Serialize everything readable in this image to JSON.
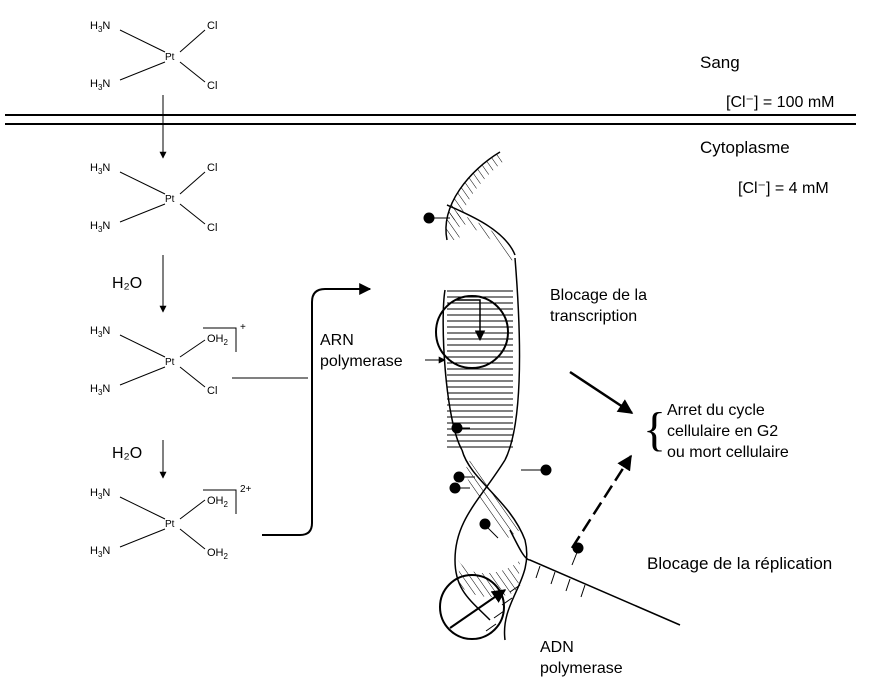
{
  "compartments": {
    "blood": {
      "name": "Sang",
      "chloride": "[Cl⁻] = 100 mM"
    },
    "cytoplasm": {
      "name": "Cytoplasme",
      "chloride": "[Cl⁻] = 4 mM"
    }
  },
  "molecules": [
    {
      "pt": "Pt",
      "ligands_left": [
        "H3N",
        "H3N"
      ],
      "ligands_right": [
        "Cl",
        "Cl"
      ],
      "charge": ""
    },
    {
      "pt": "Pt",
      "ligands_left": [
        "H3N",
        "H3N"
      ],
      "ligands_right": [
        "Cl",
        "Cl"
      ],
      "charge": ""
    },
    {
      "pt": "Pt",
      "ligands_left": [
        "H3N",
        "H3N"
      ],
      "ligands_right": [
        "OH2",
        "Cl"
      ],
      "charge": "+"
    },
    {
      "pt": "Pt",
      "ligands_left": [
        "H3N",
        "H3N"
      ],
      "ligands_right": [
        "OH2",
        "OH2"
      ],
      "charge": "2+"
    }
  ],
  "steps": {
    "hydrolysis_1": "H₂O",
    "hydrolysis_2": "H₂O"
  },
  "enzymes": {
    "rna_pol": "ARN\npolymerase",
    "dna_pol": "ADN\npolymerase"
  },
  "effects": {
    "transcription_block": "Blocage de la\ntranscription",
    "replication_block": "Blocage de la réplication",
    "outcome": "Arret du cycle\ncellulaire en G2\nou mort cellulaire"
  }
}
